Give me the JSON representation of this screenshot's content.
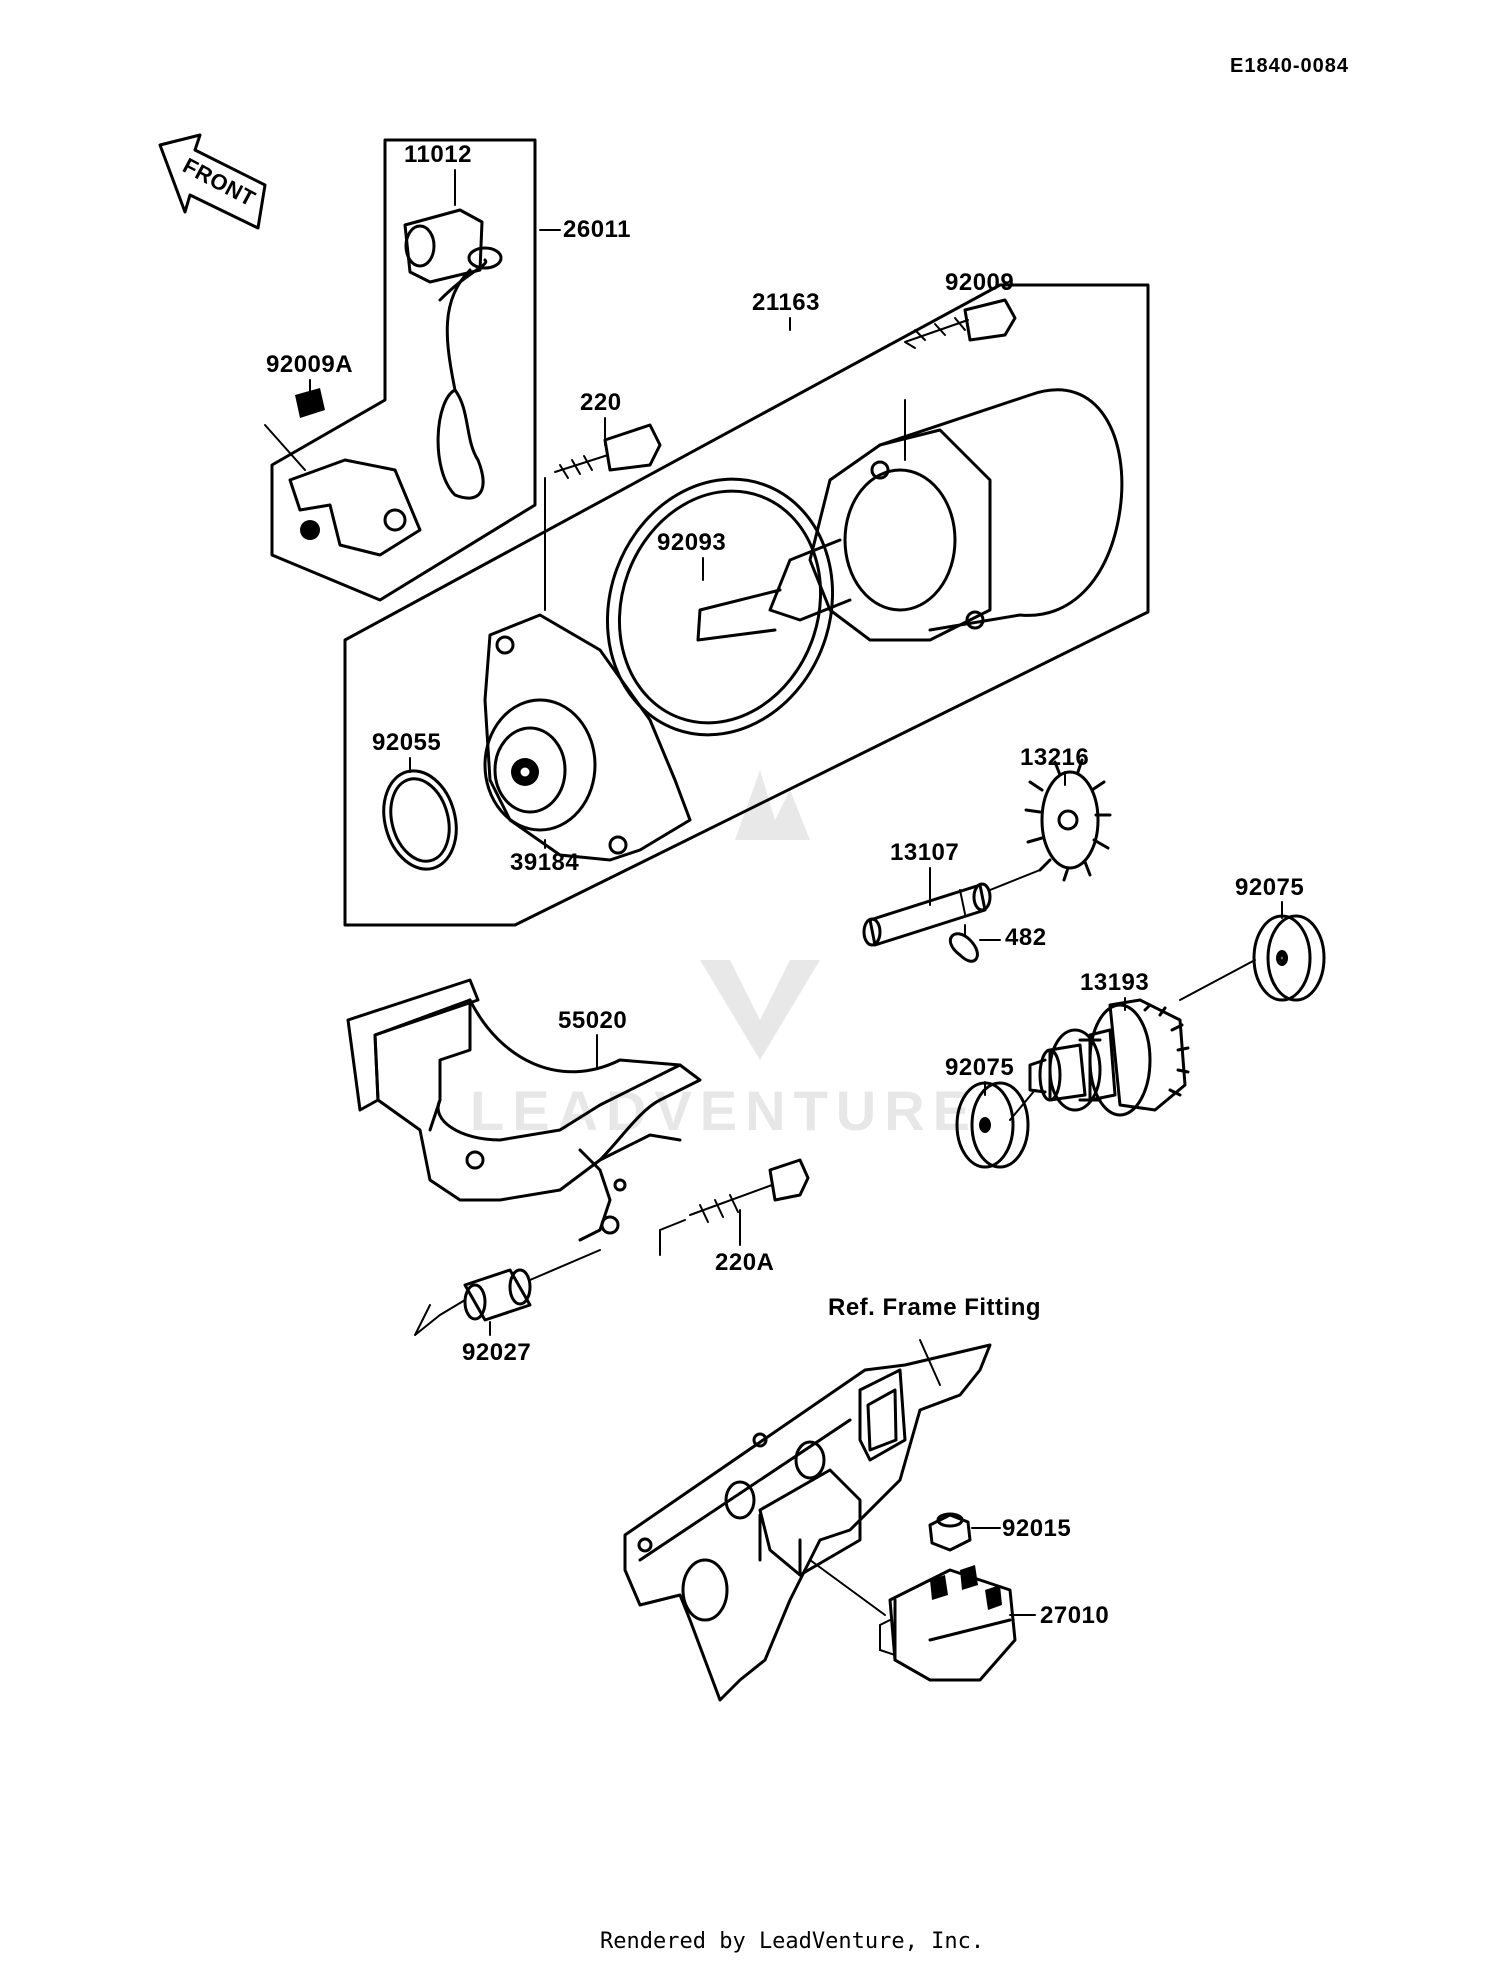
{
  "diagram_code": "E1840-0084",
  "front_arrow_label": "FRONT",
  "watermark": "LEADVENTURE",
  "footer": "Rendered by LeadVenture, Inc.",
  "labels": {
    "p11012": "11012",
    "p26011": "26011",
    "p92009A": "92009A",
    "p220": "220",
    "p21163": "21163",
    "p92009": "92009",
    "p92093": "92093",
    "p92055": "92055",
    "p39184": "39184",
    "p13216": "13216",
    "p13107": "13107",
    "p482": "482",
    "p92075a": "92075",
    "p13193": "13193",
    "p92075b": "92075",
    "p55020": "55020",
    "p220A": "220A",
    "p92027": "92027",
    "ref_frame": "Ref. Frame Fitting",
    "p92015": "92015",
    "p27010": "27010"
  }
}
